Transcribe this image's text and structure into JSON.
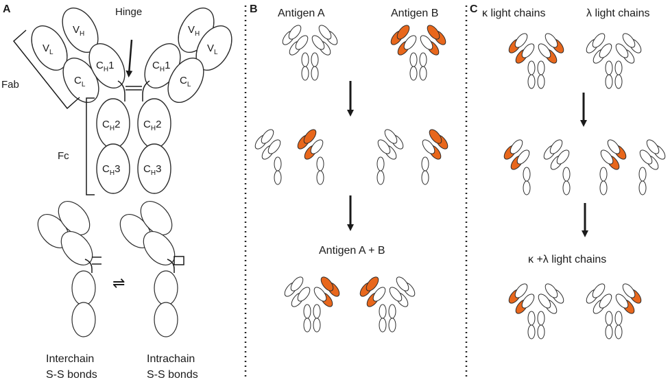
{
  "colors": {
    "highlight": "#e8671c",
    "outline": "#2b2b2b",
    "background": "#ffffff"
  },
  "panel_a": {
    "label": "A",
    "hinge": "Hinge",
    "fab": "Fab",
    "fc": "Fc",
    "domains": {
      "vh": "V",
      "vl": "V",
      "ch1": "C",
      "cl": "C",
      "ch2": "C",
      "ch3": "C",
      "sub_h": "H",
      "sub_l": "L",
      "n1": "1",
      "n2": "2",
      "n3": "3"
    },
    "interchain_line1": "Interchain",
    "interchain_line2": "S-S bonds",
    "intrachain_line1": "Intrachain",
    "intrachain_line2": "S-S bonds"
  },
  "panel_b": {
    "label": "B",
    "antigen_a": "Antigen A",
    "antigen_b": "Antigen B",
    "antigen_ab": "Antigen A + B"
  },
  "panel_c": {
    "label": "C",
    "kappa": "κ light chains",
    "lambda": "λ light chains",
    "kappa_lambda": "κ +λ   light chains"
  }
}
